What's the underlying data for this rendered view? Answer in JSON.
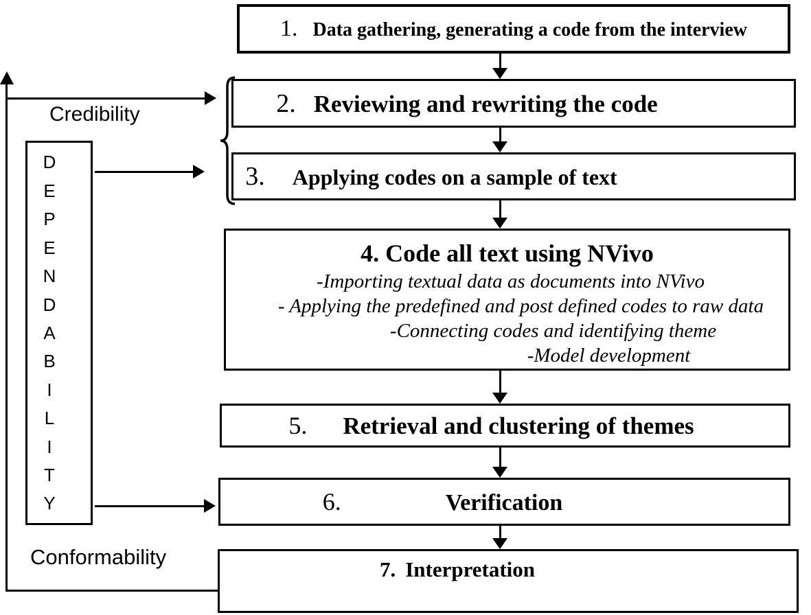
{
  "figure": {
    "type": "flowchart",
    "background": "#ffffff",
    "ink": "#000000",
    "steps": [
      {
        "num": "1.",
        "label": "Data gathering, generating a code from the interview"
      },
      {
        "num": "2.",
        "label": "Reviewing and rewriting the code"
      },
      {
        "num": "3.",
        "label": "Applying codes on a sample of text"
      },
      {
        "num": "4.",
        "label": "Code all text using NVivo",
        "details": [
          "-Importing textual data as documents into NVivo",
          "- Applying the predefined and post defined codes to raw data",
          "-Connecting codes and identifying theme",
          "-Model development"
        ]
      },
      {
        "num": "5.",
        "label": "Retrieval and clustering of themes"
      },
      {
        "num": "6.",
        "label": "Verification"
      },
      {
        "num": "7.",
        "label": "Interpretation"
      }
    ],
    "annotations": {
      "credibility": "Credibility",
      "dependability": "DEPENDABILITY",
      "conformability": "Conformability"
    }
  }
}
